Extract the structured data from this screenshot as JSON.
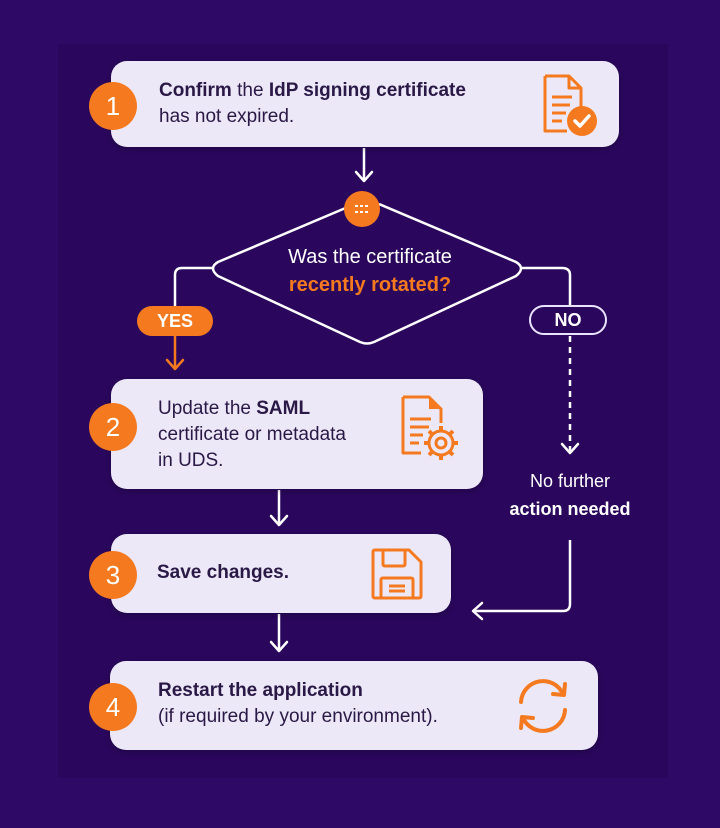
{
  "colors": {
    "background": "#2e0a66",
    "panel": "#2a075c",
    "card": "#ece8f7",
    "accent": "#f57a1f",
    "text_dark": "#2a1846",
    "text_light": "#ffffff"
  },
  "steps": [
    {
      "number": "1",
      "bold1": "Confirm",
      "plain1": " the ",
      "bold2": "IdP signing certificate",
      "line2": "has not expired.",
      "icon": "document-check-icon"
    },
    {
      "number": "2",
      "plain1": "Update the ",
      "bold1": "SAML",
      "line2": "certificate or metadata",
      "line3": "in UDS.",
      "icon": "document-gear-icon"
    },
    {
      "number": "3",
      "bold1": "Save changes.",
      "icon": "floppy-disk-icon"
    },
    {
      "number": "4",
      "bold1": "Restart the application",
      "line2": "(if required by your environment).",
      "icon": "refresh-icon"
    }
  ],
  "decision": {
    "line1": "Was the certificate",
    "line2": "recently rotated?",
    "icon": "list-icon"
  },
  "branches": {
    "yes_label": "YES",
    "no_label": "NO",
    "no_outcome_line1": "No further",
    "no_outcome_line2": "action needed"
  }
}
